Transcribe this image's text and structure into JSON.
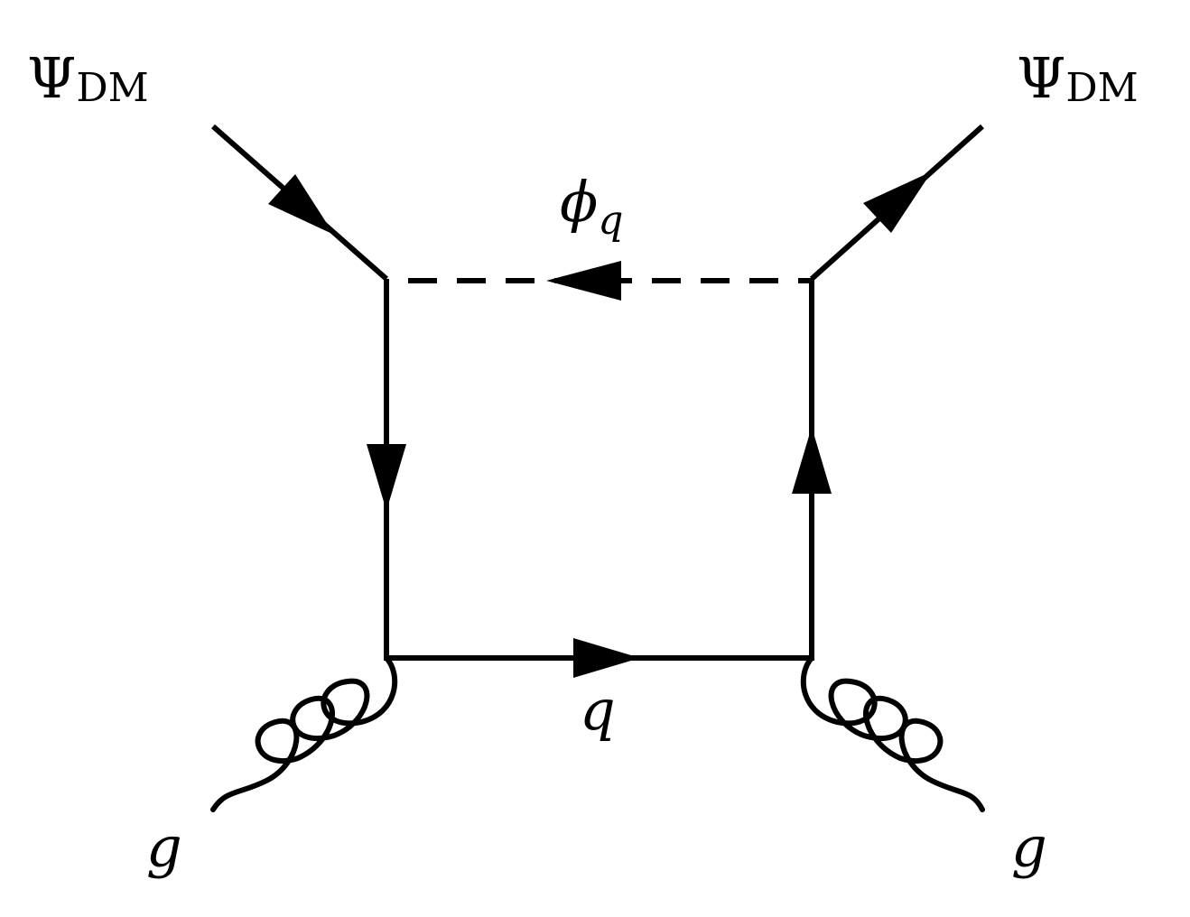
{
  "diagram": {
    "incoming_dm": {
      "symbol": "Ψ",
      "subscript": "DM"
    },
    "outgoing_dm": {
      "symbol": "Ψ",
      "subscript": "DM"
    },
    "mediator": {
      "symbol": "ϕ",
      "subscript": "q"
    },
    "quark": {
      "symbol": "q"
    },
    "gluon_left": {
      "symbol": "g"
    },
    "gluon_right": {
      "symbol": "g"
    }
  },
  "colors": {
    "line": "#000000",
    "background": "#ffffff"
  }
}
